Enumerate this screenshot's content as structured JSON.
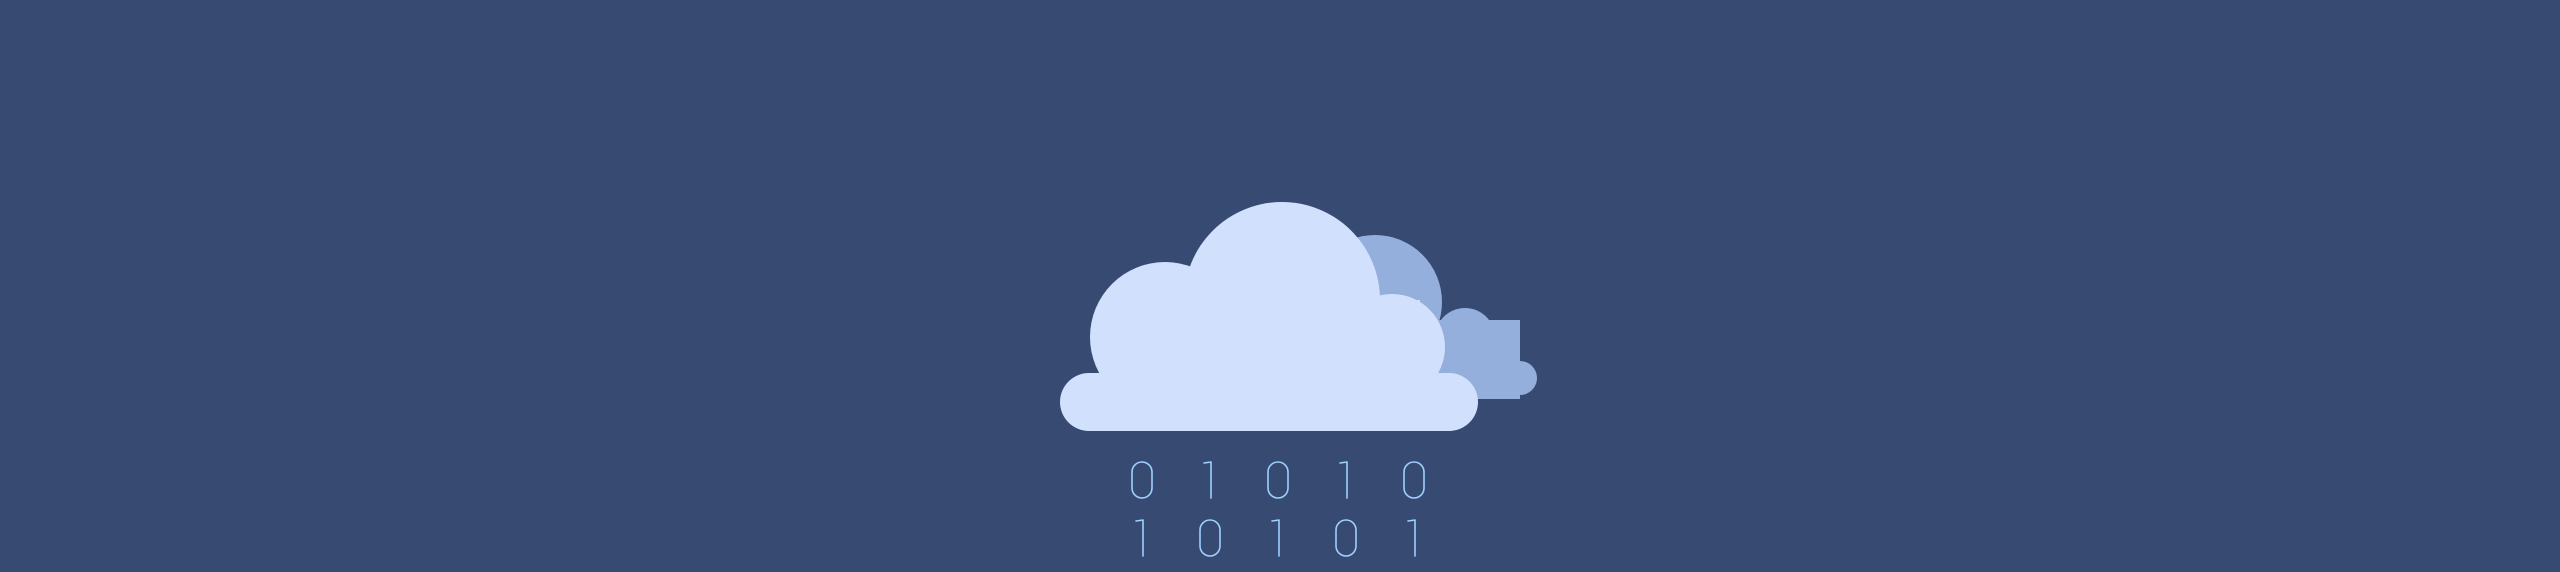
{
  "colors": {
    "background": "#374a72",
    "cloud_front": "#d1e1fd",
    "cloud_back": "#95afdc",
    "digit_stroke": "#9fd0ff"
  },
  "illustration": {
    "icon": "cloud-binary-icon",
    "binary_rows": [
      [
        "0",
        "1",
        "0",
        "1",
        "0"
      ],
      [
        "1",
        "0",
        "1",
        "0",
        "1"
      ]
    ]
  }
}
